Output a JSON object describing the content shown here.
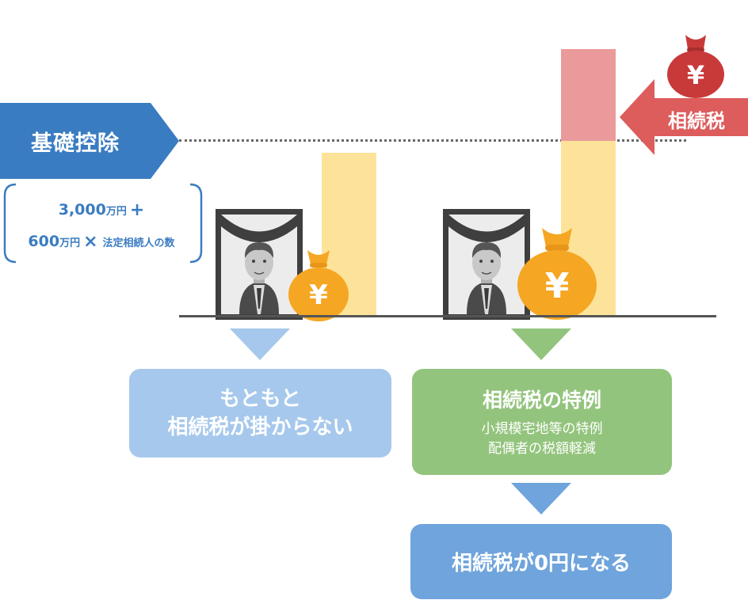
{
  "basic_deduction": {
    "label": "基礎控除",
    "formula_line1_amount": "3,000",
    "formula_line1_unit": "万円",
    "formula_line1_op": "+",
    "formula_line2_amount": "600",
    "formula_line2_unit": "万円",
    "formula_line2_op": "×",
    "formula_line2_rest": "法定相続人の数"
  },
  "tax_label": "相続税",
  "yen_symbol": "¥",
  "left_result": {
    "line1": "もともと",
    "line2": "相続税が掛からない"
  },
  "special_case": {
    "title": "相続税の特例",
    "item1": "小規模宅地等の特例",
    "item2": "配偶者の税額軽減"
  },
  "final_result": "相続税が0円になる",
  "colors": {
    "deduction_blue": "#3a7cc1",
    "bar_yellow": "#fde39a",
    "tax_pink": "#ea9a9a",
    "tax_red": "#dd5c5c",
    "moneybag_orange": "#f5a623",
    "moneybag_red": "#c83a3a",
    "box_lightblue": "#a6c8ec",
    "box_green": "#93c47d",
    "box_blue": "#6fa4dc"
  }
}
